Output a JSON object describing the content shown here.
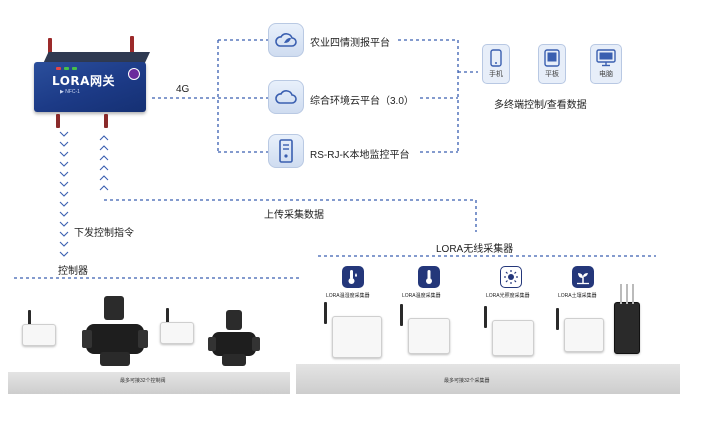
{
  "gateway": {
    "title": "LORA网关",
    "model": "▶ NFC-1"
  },
  "network": {
    "label": "4G"
  },
  "platforms": [
    {
      "label": "农业四情测报平台",
      "icon": "cloud-leaf-icon"
    },
    {
      "label": "综合环境云平台（3.0）",
      "icon": "cloud-icon"
    },
    {
      "label": "RS-RJ-K本地监控平台",
      "icon": "server-icon"
    }
  ],
  "terminals": {
    "caption": "多终端控制/查看数据",
    "items": [
      {
        "label": "手机",
        "icon": "phone-icon"
      },
      {
        "label": "平板",
        "icon": "tablet-icon"
      },
      {
        "label": "电脑",
        "icon": "monitor-icon"
      }
    ]
  },
  "flows": {
    "upload": "上传采集数据",
    "command": "下发控制指令"
  },
  "controllers": {
    "title": "控制器",
    "note": "最多可接32个控制阀"
  },
  "collectors": {
    "title": "LORA无线采集器",
    "note": "最多可接32个采集器",
    "items": [
      {
        "label": "LORA温湿度采集器",
        "icon": "thermometer-drop-icon"
      },
      {
        "label": "LORA温度采集器",
        "icon": "thermometer-icon"
      },
      {
        "label": "LORA光照度采集器",
        "icon": "sun-icon"
      },
      {
        "label": "LORA土壤采集器",
        "icon": "sprout-icon"
      }
    ]
  },
  "colors": {
    "dash": "#3a5fb0",
    "brand": "#1c3a86",
    "icon_bg": "#24377a"
  }
}
